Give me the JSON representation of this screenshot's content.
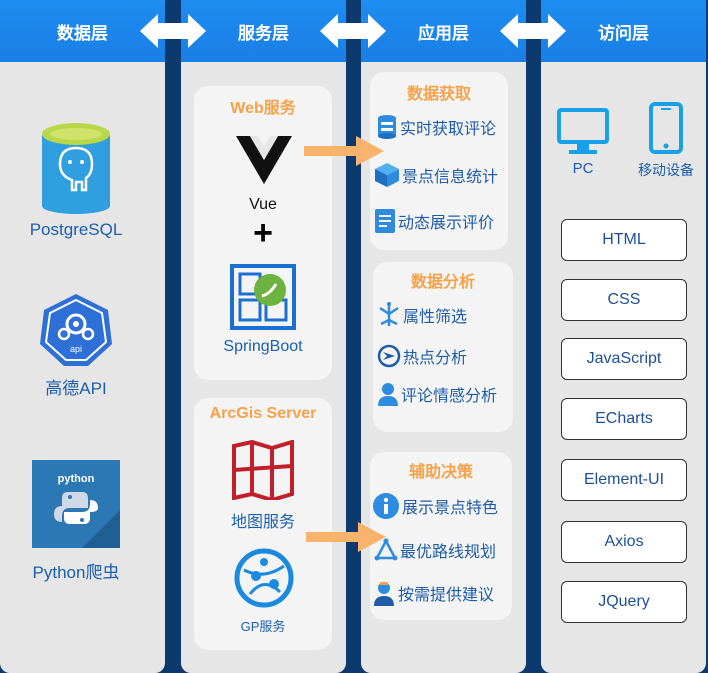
{
  "columns": {
    "data": {
      "title": "数据层",
      "items": [
        "PostgreSQL",
        "高德API",
        "Python爬虫"
      ],
      "python_logo_text": "python",
      "api_logo_text": "api"
    },
    "service": {
      "title": "服务层",
      "web": {
        "title": "Web服务",
        "vue": "Vue",
        "plus": "+",
        "spring": "SpringBoot"
      },
      "arcgis": {
        "title": "ArcGis Server",
        "map": "地图服务",
        "gp": "GP服务"
      }
    },
    "app": {
      "title": "应用层",
      "acquire": {
        "title": "数据获取",
        "items": [
          "实时获取评论",
          "景点信息统计",
          "动态展示评价"
        ]
      },
      "analysis": {
        "title": "数据分析",
        "items": [
          "属性筛选",
          "热点分析",
          "评论情感分析"
        ]
      },
      "decision": {
        "title": "辅助决策",
        "items": [
          "展示景点特色",
          "最优路线规划",
          "按需提供建议"
        ]
      }
    },
    "access": {
      "title": "访问层",
      "devices": [
        "PC",
        "移动设备"
      ],
      "tech": [
        "HTML",
        "CSS",
        "JavaScript",
        "ECharts",
        "Element-UI",
        "Axios",
        "JQuery"
      ]
    }
  },
  "colors": {
    "header": "#1a7fe6",
    "background": "#0d3a6e",
    "panel": "#e6e6e6",
    "accent": "#f7a24a",
    "text": "#1c5fae"
  }
}
